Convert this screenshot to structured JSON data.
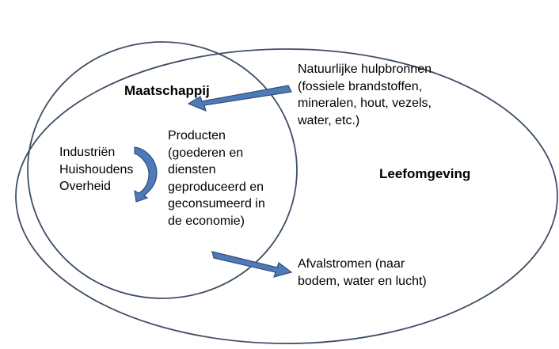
{
  "labels": {
    "environment": "Leefomgeving",
    "society": "Maatschappij",
    "actors": "Industriën\nHuishoudens\nOverheid",
    "products": "Producten\n(goederen en\ndiensten\ngeproduceerd en\ngeconsumeerd in\nde economie)",
    "resources": "Natuurlijke hulpbronnen\n(fossiele brandstoffen,\nmineralen, hout, vezels,\nwater, etc.)",
    "waste": "Afvalstromen (naar\nbodem, water en lucht)"
  },
  "colors": {
    "outline": "#3f4f66",
    "arrow_fill": "#4f7ab8",
    "arrow_stroke": "#2f4f7f"
  },
  "arrows": [
    {
      "name": "resource-inflow-arrow",
      "from": "resources",
      "to": "society"
    },
    {
      "name": "waste-outflow-arrow",
      "from": "society",
      "to": "waste"
    },
    {
      "name": "cycle-arrow",
      "from": "actors",
      "to": "actors"
    }
  ]
}
